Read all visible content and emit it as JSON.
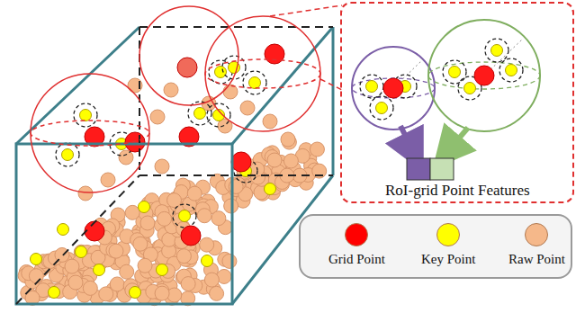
{
  "diagram": {
    "nodes": [
      {
        "text": [
          "RoI-grid Point Features"
        ]
      }
    ],
    "legend": [
      {
        "text": "Grid Point",
        "color": "#ff0000"
      },
      {
        "text": "Key Point",
        "color": "#ffff00"
      },
      {
        "text": "Raw Point",
        "color": "#f5b88a"
      }
    ]
  }
}
